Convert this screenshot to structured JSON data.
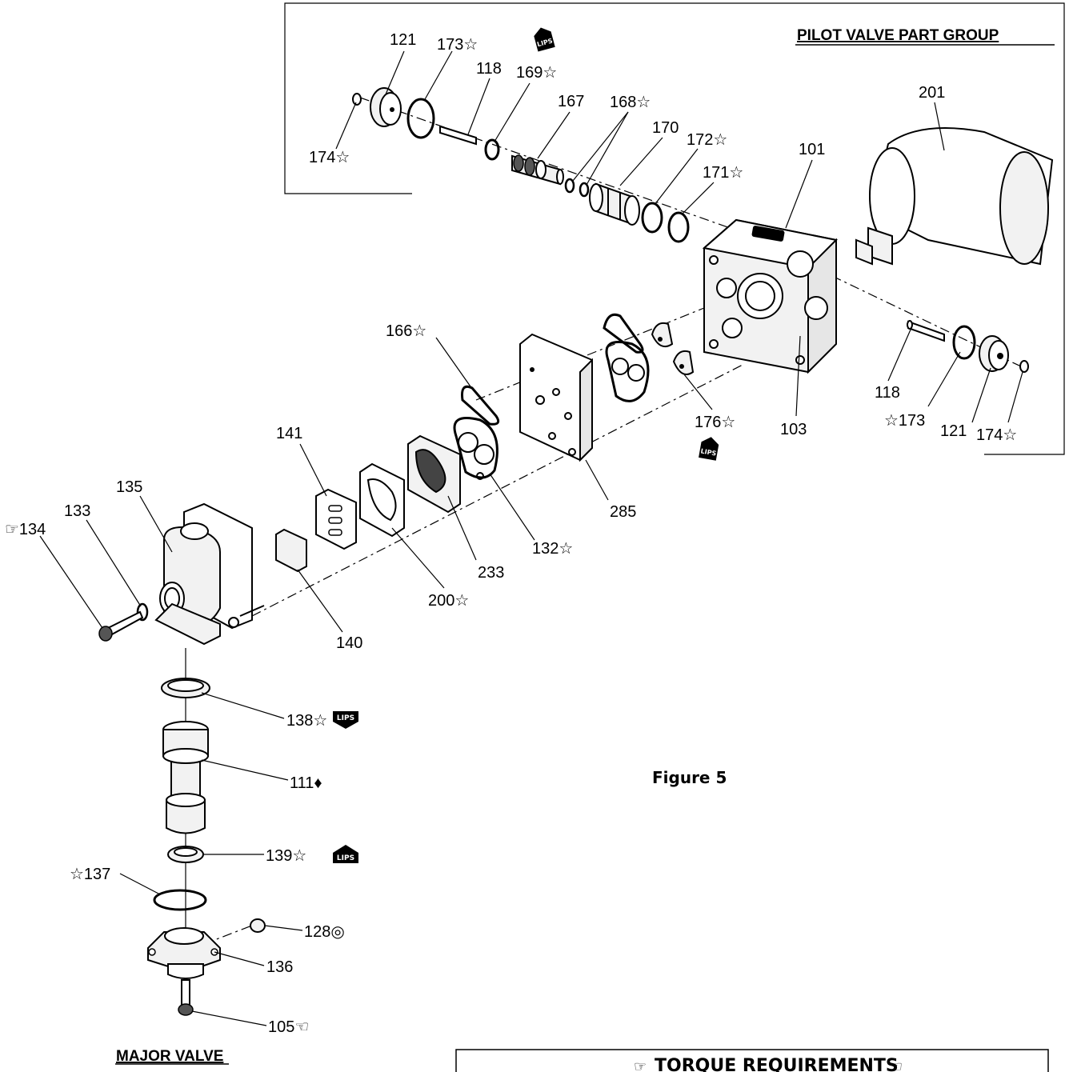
{
  "headings": {
    "pilot_group": "PILOT VALVE PART GROUP",
    "major_valve": "MAJOR VALVE",
    "figure": "Figure 5",
    "torque": "TORQUE REQUIREMENTS",
    "torque_icon_left": "☞",
    "torque_icon_right": "☜"
  },
  "callouts": {
    "c121a": "121",
    "c173a": "173☆",
    "c118a": "118",
    "c169": "169☆",
    "c167": "167",
    "c168": "168☆",
    "c174a": "174☆",
    "c170": "170",
    "c172": "172☆",
    "c171": "171☆",
    "c101": "101",
    "c201": "201",
    "c166": "166☆",
    "c176": "176☆",
    "c103": "103",
    "c118b": "118",
    "c173b": "☆173",
    "c121b": "121",
    "c174b": "174☆",
    "c141": "141",
    "c135": "135",
    "c133": "133",
    "c134": "☞134",
    "c285": "285",
    "c132": "132☆",
    "c233": "233",
    "c200": "200☆",
    "c140": "140",
    "c138": "138☆",
    "c111": "111♦",
    "c139": "139☆",
    "c137": "☆137",
    "c128": "128◎",
    "c136": "136",
    "c105": "105☜"
  },
  "badges": {
    "lips": "LIPS"
  },
  "icons": {
    "lips_badge": "lips-badge-icon",
    "star": "star-icon",
    "diamond": "diamond-icon",
    "pointing_hand": "pointing-hand-icon",
    "bullseye": "bullseye-icon"
  }
}
